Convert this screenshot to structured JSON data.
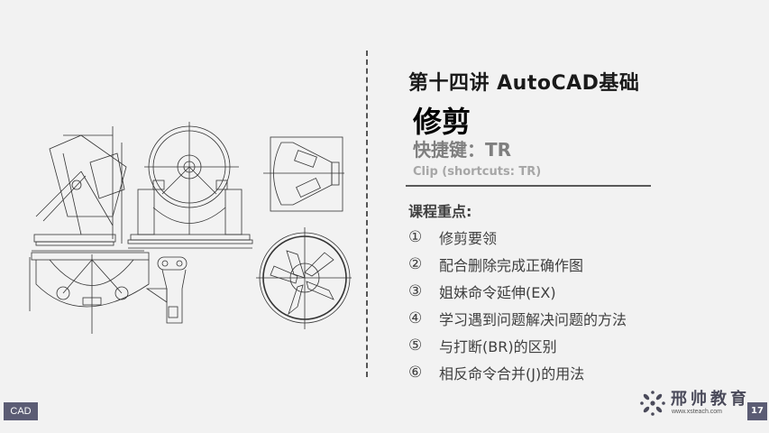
{
  "slide": {
    "lesson_title": "第十四讲  AutoCAD基础",
    "topic_title": "修剪",
    "shortcut_label": "快捷键：TR",
    "subtitle_en": "Clip (shortcuts: TR)",
    "focus_heading": "课程重点:",
    "focus_items": [
      {
        "num": "①",
        "text": "修剪要领"
      },
      {
        "num": "②",
        "text": "配合删除完成正确作图"
      },
      {
        "num": "③",
        "text": "姐妹命令延伸(EX)"
      },
      {
        "num": "④",
        "text": "学习遇到问题解决问题的方法"
      },
      {
        "num": "⑤",
        "text": "与打断(BR)的区别"
      },
      {
        "num": "⑥",
        "text": "相反命令合并(J)的用法"
      }
    ],
    "illustration": "cad-mechanical-drawings"
  },
  "footer": {
    "category_badge": "CAD",
    "brand_name": "邢帅教育",
    "brand_url": "www.xsteach.com",
    "page_number": "17"
  },
  "colors": {
    "background": "#f2f2f2",
    "badge": "#5b5c74",
    "title": "#1a1a1a",
    "body_text": "#404040",
    "shortcut_gray": "#7f7f7f",
    "subtitle_gray": "#a6a6a6"
  }
}
